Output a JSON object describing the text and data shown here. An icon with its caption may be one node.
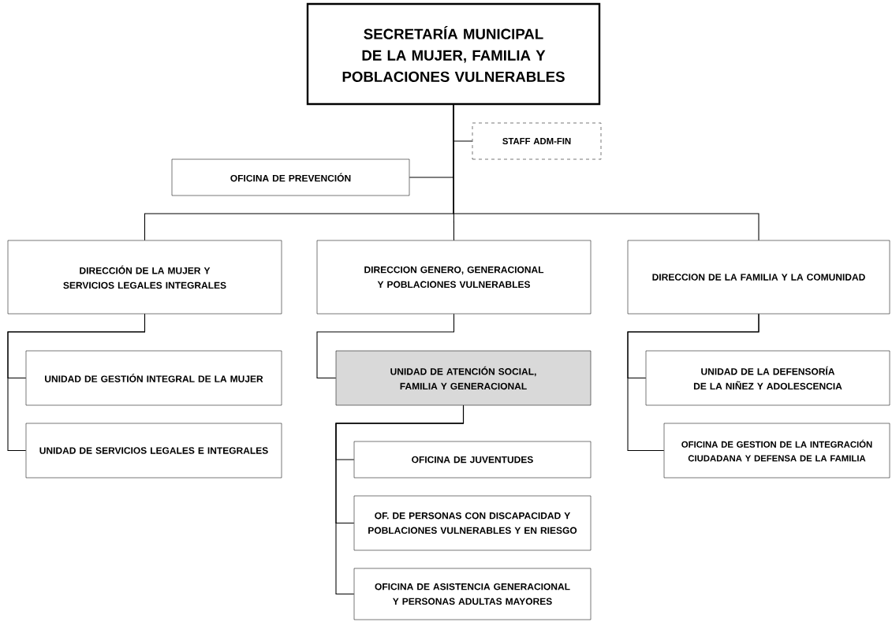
{
  "diagram": {
    "nodes": [
      {
        "text": [
          "SECRETARÍA MUNICIPAL DE LA MUJER, FAMILIA Y POBLACIONES VULNERABLES"
        ]
      },
      {
        "text": [
          "STAFF ADM-FIN"
        ]
      },
      {
        "text": [
          "OFICINA DE PREVENCIÓN"
        ]
      },
      {
        "text": [
          "DIRECCIÓN DE LA MUJER Y SERVICIOS LEGALES INTEGRALES"
        ]
      },
      {
        "text": [
          "DIRECCION GENERO, GENERACIONAL Y POBLACIONES VULNERABLES"
        ]
      },
      {
        "text": [
          "DIRECCION DE LA FAMILIA Y LA COMUNIDAD"
        ]
      },
      {
        "text": [
          "UNIDAD DE GESTIÓN INTEGRAL DE LA MUJER"
        ]
      },
      {
        "text": [
          "UNIDAD DE SERVICIOS LEGALES E INTEGRALES"
        ]
      },
      {
        "text": [
          "UNIDAD DE ATENCIÓN SOCIAL, FAMILIA Y GENERACIONAL"
        ]
      },
      {
        "text": [
          "OFICINA DE JUVENTUDES"
        ]
      },
      {
        "text": [
          "OF. DE PERSONAS CON DISCAPACIDAD Y POBLACIONES VULNERABLES Y EN RIESGO"
        ]
      },
      {
        "text": [
          "OFICINA DE ASISTENCIA GENERACIONAL Y PERSONAS ADULTAS MAYORES"
        ]
      },
      {
        "text": [
          "UNIDAD DE LA DEFENSORÍA DE LA NIÑEZ Y ADOLESCENCIA"
        ]
      },
      {
        "text": [
          "OFICINA DE GESTION DE LA INTEGRACIÓN CIUDADANA Y DEFENSA DE LA FAMILIA"
        ]
      }
    ],
    "edges": [
      {
        "from": 0,
        "to": 1,
        "arrow": "none"
      },
      {
        "from": 0,
        "to": 2,
        "arrow": "none"
      },
      {
        "from": 0,
        "to": 3,
        "arrow": "none"
      },
      {
        "from": 0,
        "to": 4,
        "arrow": "none"
      },
      {
        "from": 0,
        "to": 5,
        "arrow": "none"
      },
      {
        "from": 3,
        "to": 6,
        "arrow": "none"
      },
      {
        "from": 3,
        "to": 7,
        "arrow": "none"
      },
      {
        "from": 4,
        "to": 8,
        "arrow": "none"
      },
      {
        "from": 8,
        "to": 9,
        "arrow": "none"
      },
      {
        "from": 8,
        "to": 10,
        "arrow": "none"
      },
      {
        "from": 8,
        "to": 11,
        "arrow": "none"
      },
      {
        "from": 5,
        "to": 12,
        "arrow": "none"
      },
      {
        "from": 5,
        "to": 13,
        "arrow": "none"
      }
    ]
  }
}
